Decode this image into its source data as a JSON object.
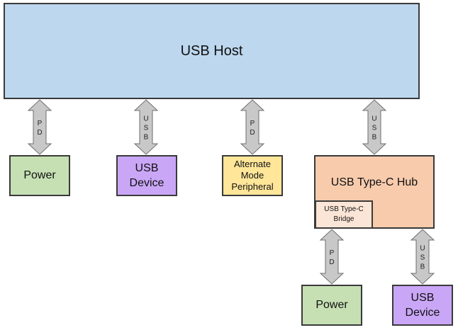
{
  "host": {
    "label": "USB Host"
  },
  "top_links": [
    {
      "label": "PD"
    },
    {
      "label": "USB"
    },
    {
      "label": "PD"
    },
    {
      "label": "USB"
    }
  ],
  "top_nodes": [
    {
      "label": "Power"
    },
    {
      "label": "USB\nDevice"
    },
    {
      "label": "Alternate\nMode\nPeripheral"
    }
  ],
  "hub": {
    "label": "USB Type-C Hub",
    "bridge_label": "USB Type-C\nBridge"
  },
  "bottom_links": [
    {
      "label": "PD"
    },
    {
      "label": "USB"
    }
  ],
  "bottom_nodes": [
    {
      "label": "Power"
    },
    {
      "label": "USB\nDevice"
    }
  ],
  "colors": {
    "host": "#bdd7ee",
    "power": "#c6e0b4",
    "device": "#c9a6f6",
    "alternate_mode": "#ffe699",
    "hub": "#f8cbad",
    "bridge": "#fbe5d6",
    "arrow": "#c8c8c8"
  }
}
